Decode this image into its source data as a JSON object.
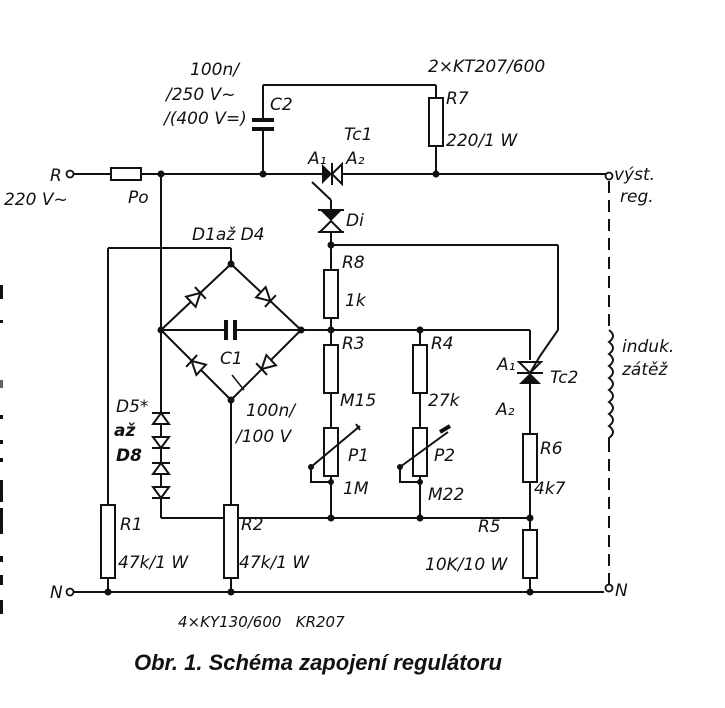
{
  "figure": {
    "caption": "Obr. 1. Schéma zapojení regulátoru",
    "type": "electrical schematic"
  },
  "terminals": {
    "input_phase": "R",
    "input_voltage": "220 V~",
    "output_label_1": "výst.",
    "output_label_2": "reg.",
    "neutral_left": "N",
    "neutral_right": "N"
  },
  "components": {
    "fuse": {
      "ref": "Po"
    },
    "c2": {
      "ref": "C2",
      "value_1": "100n/",
      "value_2": "/250 V~",
      "value_3": "/(400 V=)"
    },
    "r7": {
      "ref": "R7",
      "value": "220/1 W"
    },
    "tc1": {
      "ref": "Tc1",
      "pin_a1": "A₁",
      "pin_a2": "A₂"
    },
    "tc_part": "2×KT207/600",
    "di": {
      "ref": "Di"
    },
    "bridge": {
      "ref": "D1až D4"
    },
    "c1": {
      "ref": "C1",
      "value_1": "100n/",
      "value_2": "/100 V"
    },
    "zeners": {
      "ref_1": "D5*",
      "ref_2": "až",
      "ref_3": "D8"
    },
    "r8": {
      "ref": "R8",
      "value": "1k"
    },
    "r3": {
      "ref": "R3",
      "value": "M15"
    },
    "p1": {
      "ref": "P1",
      "value": "1M"
    },
    "r4": {
      "ref": "R4",
      "value": "27k"
    },
    "p2": {
      "ref": "P2",
      "value": "M22"
    },
    "tc2": {
      "ref": "Tc2",
      "pin_a1": "A₁",
      "pin_a2": "A₂"
    },
    "r6": {
      "ref": "R6",
      "value": "4k7"
    },
    "r5": {
      "ref": "R5",
      "value": "10K/10 W"
    },
    "r1": {
      "ref": "R1",
      "value": "47k/1 W"
    },
    "r2": {
      "ref": "R2",
      "value": "47k/1 W"
    },
    "load": {
      "label_1": "induk.",
      "label_2": "zátěž"
    }
  },
  "parts_note": "4×KY130/600   KR207"
}
